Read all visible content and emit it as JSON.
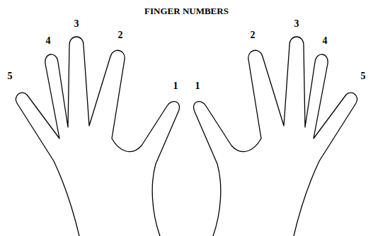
{
  "diagram": {
    "title": "FINGER NUMBERS",
    "labels": [
      "5",
      "4",
      "3",
      "2",
      "1",
      "1",
      "2",
      "3",
      "4",
      "5"
    ]
  }
}
